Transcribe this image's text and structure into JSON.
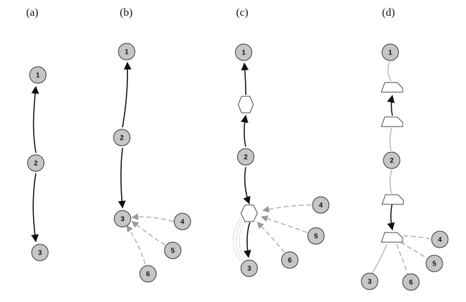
{
  "panels": {
    "a": {
      "label": "(a)",
      "nodes": [
        "1",
        "2",
        "3"
      ]
    },
    "b": {
      "label": "(b)",
      "nodes": [
        "1",
        "2",
        "3",
        "4",
        "5",
        "6"
      ]
    },
    "c": {
      "label": "(c)",
      "nodes": [
        "1",
        "2",
        "3",
        "4",
        "5",
        "6"
      ]
    },
    "d": {
      "label": "(d)",
      "nodes": [
        "1",
        "2",
        "3",
        "4",
        "5",
        "6"
      ]
    }
  },
  "colors": {
    "node_fill": "#c6c6c6",
    "solid_edge": "#111111",
    "dashed_edge": "#aaaaaa",
    "gray_edge": "#bbbbbb"
  }
}
